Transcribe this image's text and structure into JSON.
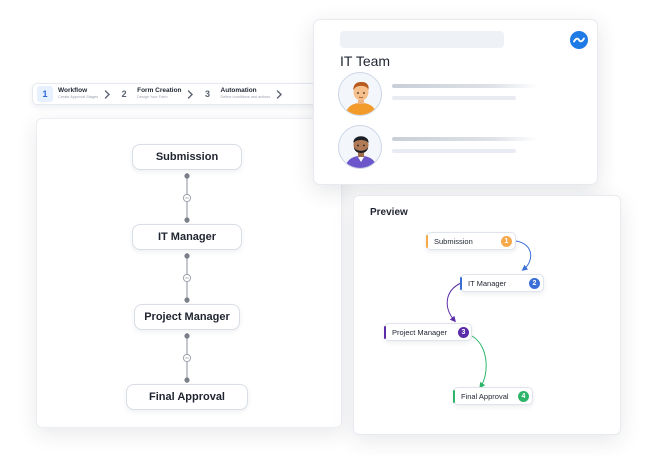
{
  "stepper": {
    "steps": [
      {
        "number": "1",
        "title": "Workflow",
        "subtitle": "Create Approval Stages"
      },
      {
        "number": "2",
        "title": "Form Creation",
        "subtitle": "Design Your Form"
      },
      {
        "number": "3",
        "title": "Automation",
        "subtitle": "Define conditions and actions"
      }
    ],
    "chevron_icon": "chevron-right-icon"
  },
  "workflow": {
    "nodes": [
      "Submission",
      "IT Manager",
      "Project Manager",
      "Final Approval"
    ]
  },
  "team": {
    "title": "IT Team",
    "brand_icon": "brand-logo-icon",
    "members": [
      {
        "avatar": "avatar-orange-shirt"
      },
      {
        "avatar": "avatar-purple-shirt"
      }
    ]
  },
  "preview": {
    "title": "Preview",
    "nodes": [
      {
        "label": "Submission",
        "badge": "1",
        "color": "#f5a94a"
      },
      {
        "label": "IT Manager",
        "badge": "2",
        "color": "#3b6fd8"
      },
      {
        "label": "Project Manager",
        "badge": "3",
        "color": "#5b2ca8"
      },
      {
        "label": "Final Approval",
        "badge": "4",
        "color": "#2fb56b"
      }
    ]
  },
  "colors": {
    "accent": "#2b67d8",
    "brand": "#1e7be6",
    "connector": "#7a7f89"
  }
}
